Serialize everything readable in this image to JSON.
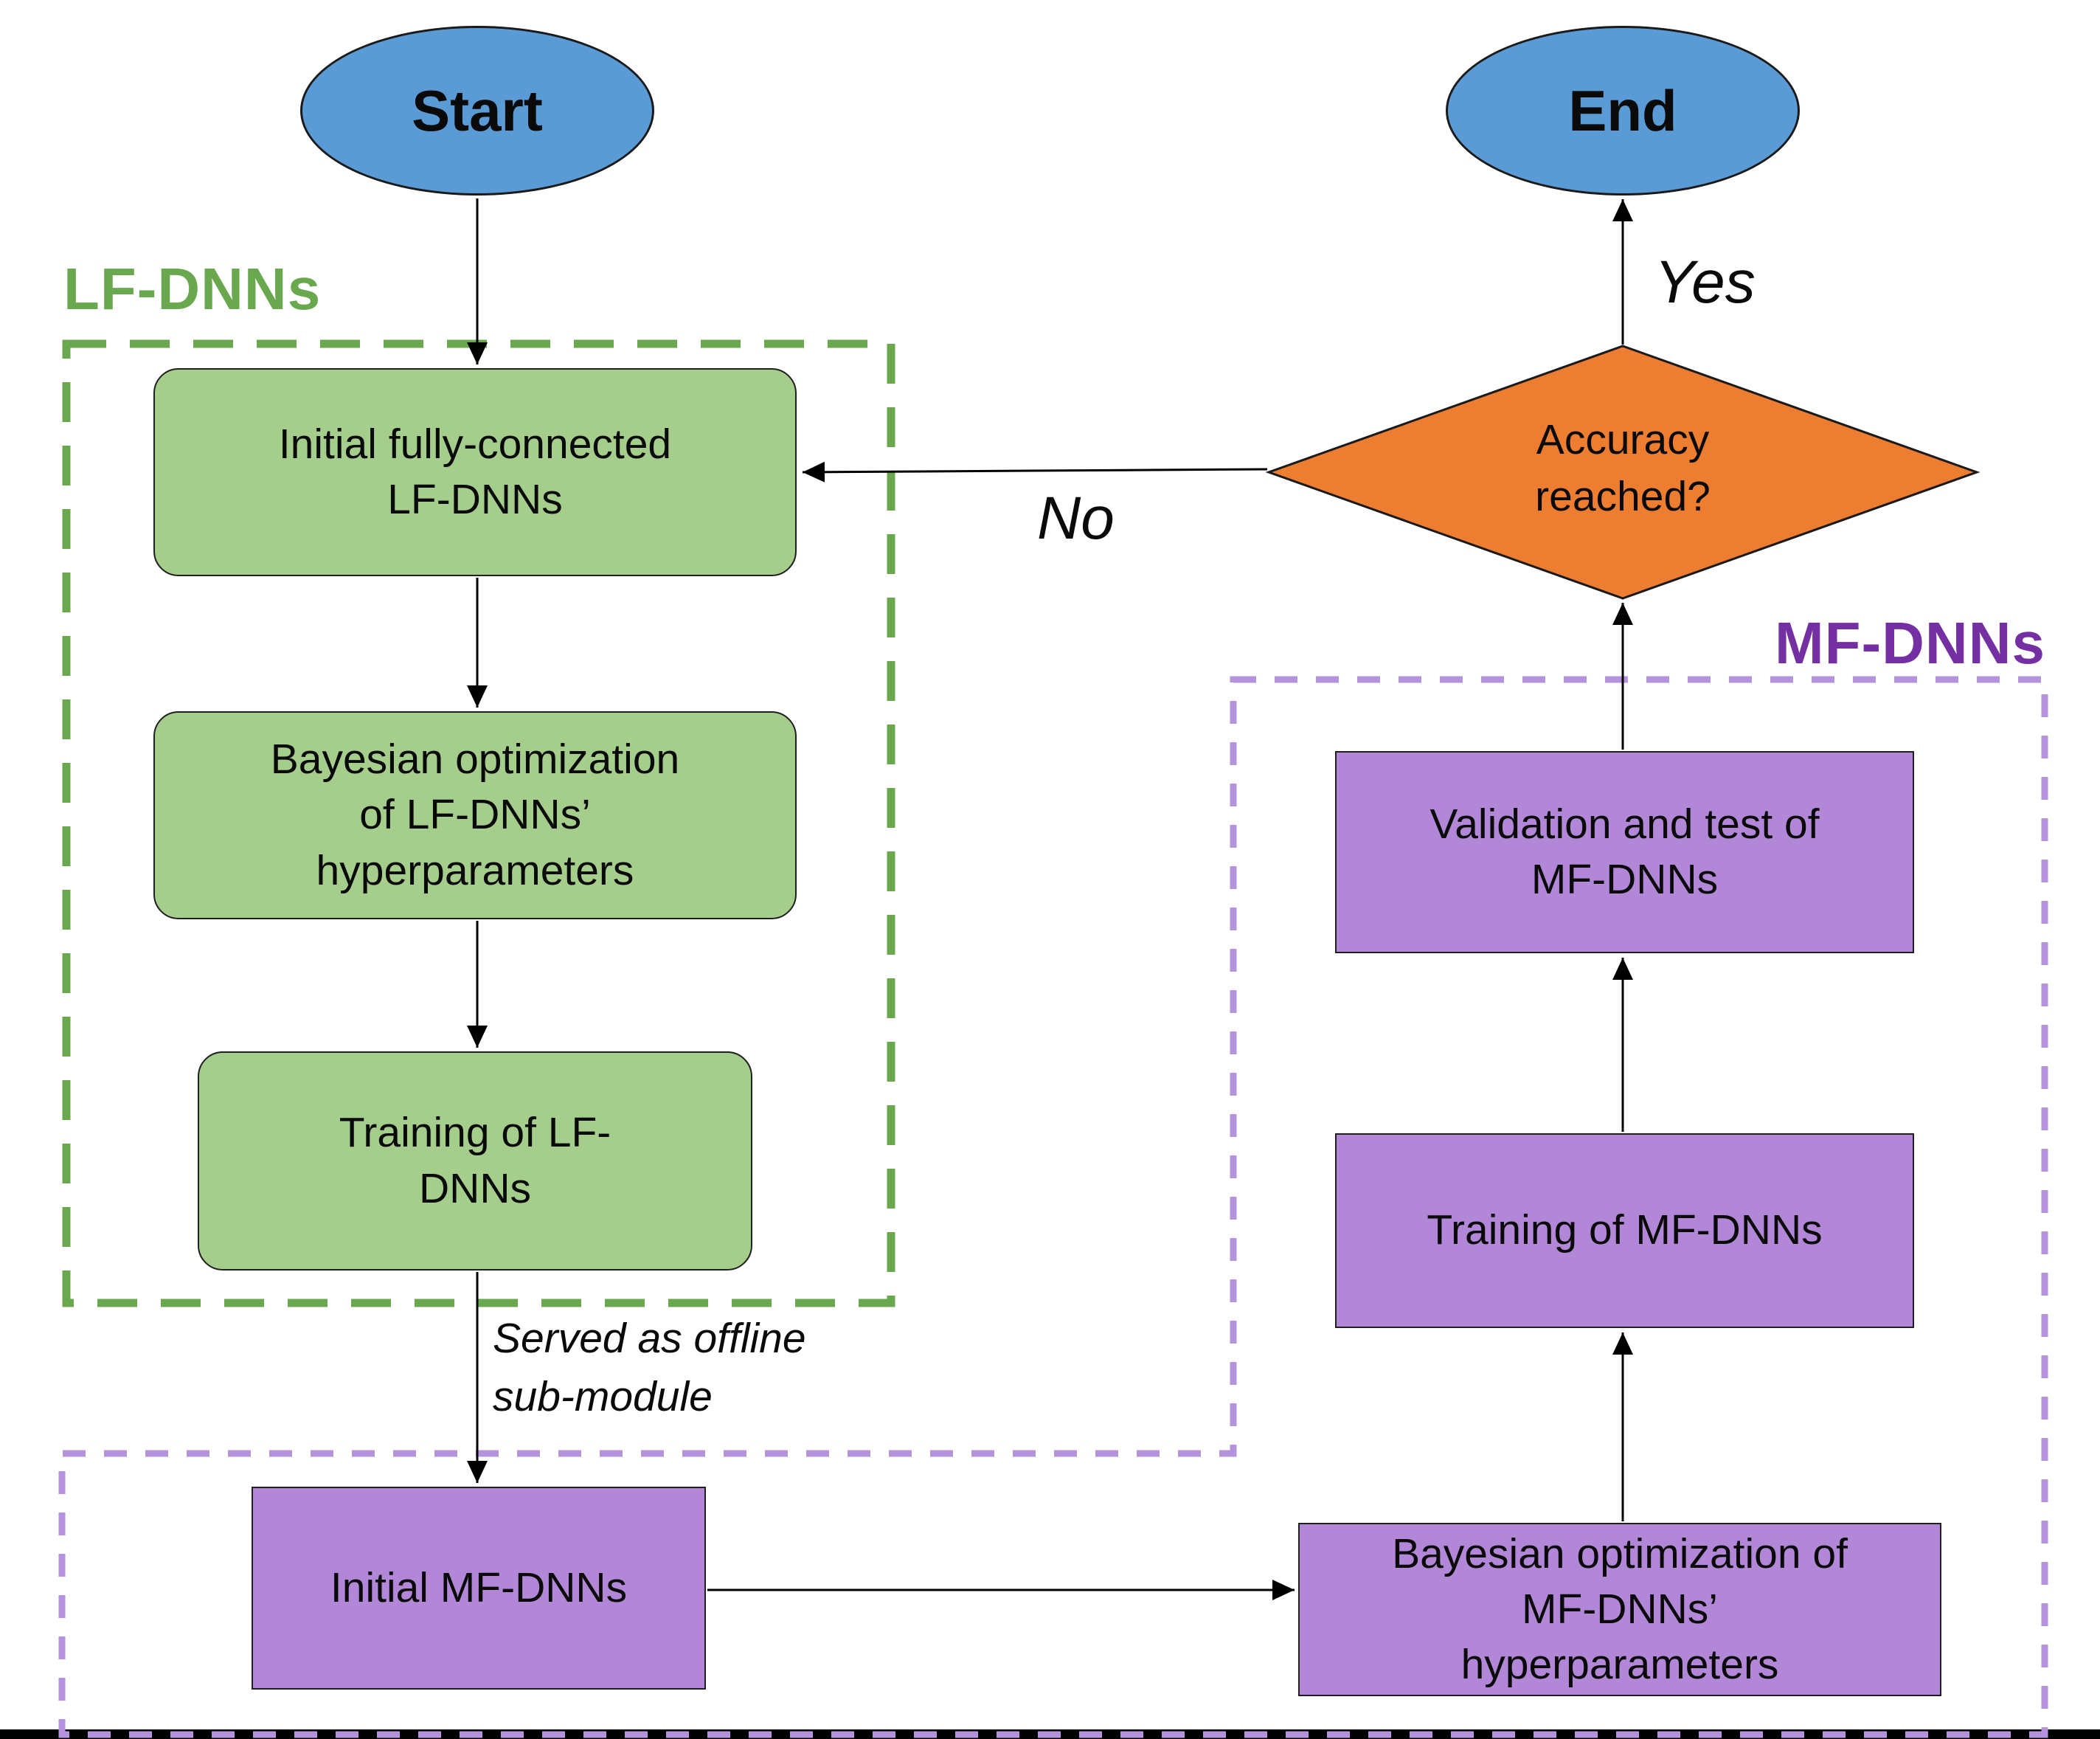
{
  "regions": {
    "lf": {
      "label": "LF-DNNs",
      "color": "#6aa84f"
    },
    "mf": {
      "label": "MF-DNNs",
      "color": "#7430a3"
    }
  },
  "nodes": {
    "start": {
      "label": "Start",
      "fill": "#5b9bd5"
    },
    "end": {
      "label": "End",
      "fill": "#5b9bd5"
    },
    "initial_lf": {
      "label": "Initial fully-connected\nLF-DNNs",
      "fill": "#a5ce8c"
    },
    "bayes_lf": {
      "label": "Bayesian optimization\nof LF-DNNs’\nhyperparameters",
      "fill": "#a5ce8c"
    },
    "train_lf": {
      "label": "Training of LF-\nDNNs",
      "fill": "#a5ce8c"
    },
    "initial_mf": {
      "label": "Initial MF-DNNs",
      "fill": "#b287d8"
    },
    "bayes_mf": {
      "label": "Bayesian optimization of\nMF-DNNs’\nhyperparameters",
      "fill": "#b287d8"
    },
    "train_mf": {
      "label": "Training of MF-DNNs",
      "fill": "#b287d8"
    },
    "validate_mf": {
      "label": "Validation and test of\nMF-DNNs",
      "fill": "#b287d8"
    },
    "decision": {
      "label": "Accuracy\nreached?",
      "fill": "#ed7d31"
    }
  },
  "edge_labels": {
    "yes": "Yes",
    "no": "No",
    "served": "Served as offline\nsub-module"
  },
  "colors": {
    "arrow": "#000000",
    "node_border": "#1a1a1a",
    "green_dash": "#6aa84f",
    "purple_dash": "#b493dc",
    "bottom_bar": "#000000",
    "text": "#0a0a0a"
  }
}
